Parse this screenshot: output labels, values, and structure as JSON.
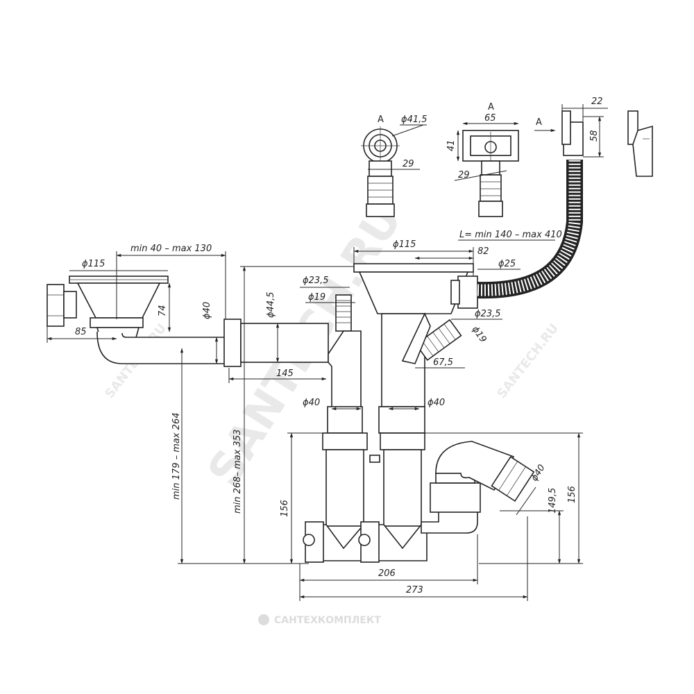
{
  "watermark": {
    "main": "SANTECH.RU",
    "small": "SANTECH.RU",
    "brand": "САНТЕХКОМПЛЕКТ"
  },
  "views": {
    "view_a_left": {
      "label": "A",
      "dia": "ϕ41,5",
      "dim": "29"
    },
    "view_a_right": {
      "label": "A",
      "width": "65",
      "height": "41",
      "dim": "29"
    },
    "arrow_a": "A",
    "overflow_dims": {
      "w": "22",
      "h": "58"
    }
  },
  "dims": {
    "d115_left": "ϕ115",
    "range_40_130": "min 40 – max 130",
    "d74": "74",
    "d40_left": "ϕ40",
    "d85": "85",
    "d44_5": "ϕ44,5",
    "d23_5_top": "ϕ23,5",
    "d19_top": "ϕ19",
    "d145": "145",
    "d115_mid": "ϕ115",
    "d82": "82",
    "d25": "ϕ25",
    "d23_5_right": "ϕ23,5",
    "d19_right": "ϕ19",
    "d67_5": "67,5",
    "hose_length": "L= min 140 – max 410",
    "d40_a": "ϕ40",
    "d40_b": "ϕ40",
    "d40_outlet": "ϕ40",
    "range_179_264": "min 179 – max 264",
    "range_268_353": "min 268– max 353",
    "d156_left": "156",
    "d149_5": "149,5",
    "d156_right": "156",
    "d206": "206",
    "d273": "273"
  }
}
